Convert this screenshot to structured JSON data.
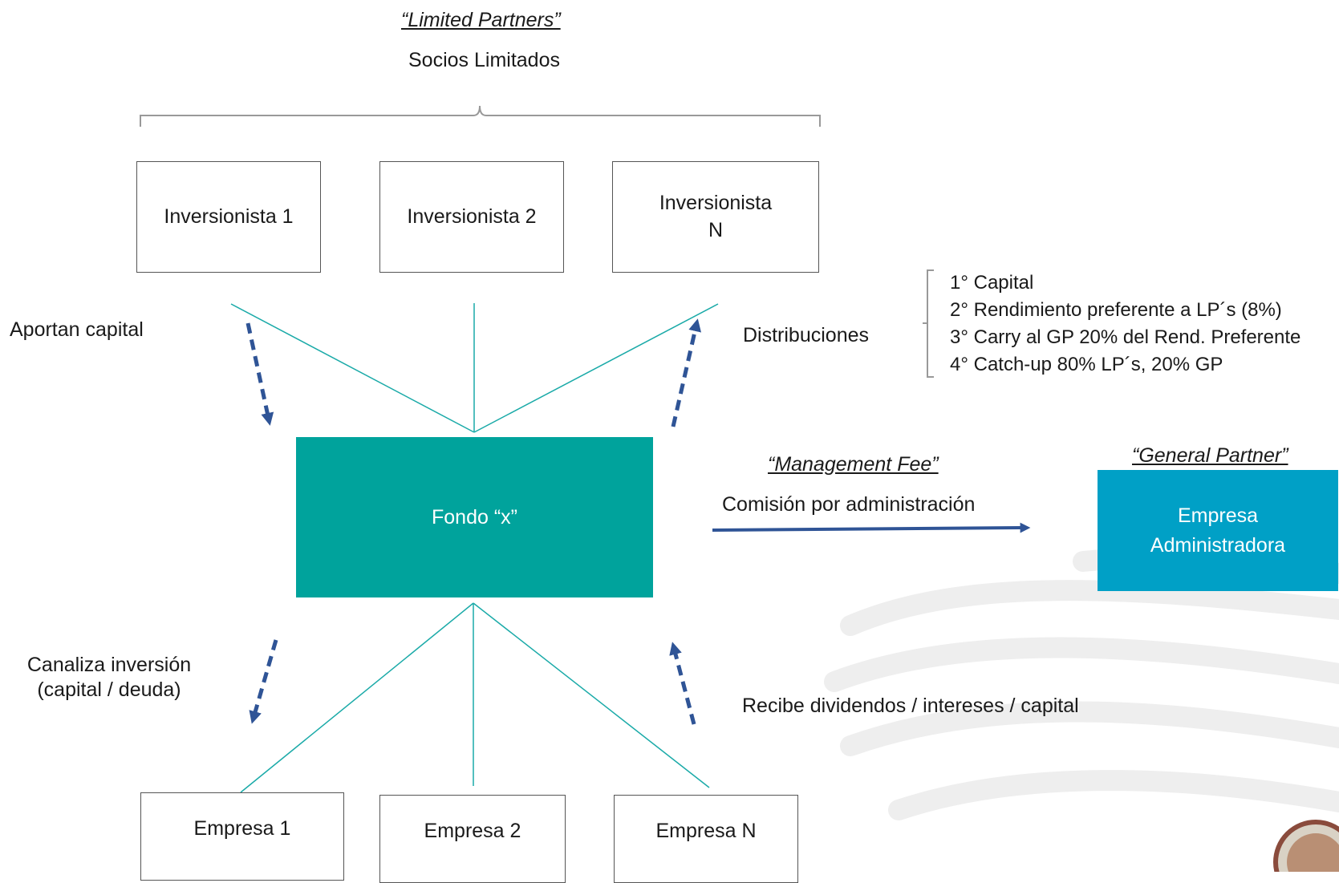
{
  "header": {
    "lp_english": "“Limited Partners”",
    "lp_spanish": "Socios Limitados"
  },
  "investors": [
    {
      "label": "Inversionista 1"
    },
    {
      "label": "Inversionista 2"
    },
    {
      "label": "Inversionista\nN"
    }
  ],
  "flows": {
    "aportan": "Aportan capital",
    "distribuciones": "Distribuciones",
    "canaliza": "Canaliza inversión\n(capital / deuda)",
    "recibe": "Recibe dividendos / intereses / capital"
  },
  "distribution_order": [
    "1° Capital",
    "2° Rendimiento preferente a LP´s (8%)",
    "3° Carry al GP 20% del Rend. Preferente",
    "4° Catch-up 80% LP´s, 20% GP"
  ],
  "fund": {
    "label": "Fondo “x”"
  },
  "fee": {
    "english": "“Management Fee”",
    "spanish": "Comisión por administración"
  },
  "gp": {
    "english": "“General Partner”",
    "label": "Empresa\nAdministradora"
  },
  "companies": [
    {
      "label": "Empresa 1"
    },
    {
      "label": "Empresa 2"
    },
    {
      "label": "Empresa N"
    }
  ],
  "colors": {
    "fund": "#00a39c",
    "gp": "#00a0c6",
    "connector": "#1aaaa8",
    "arrow": "#2f5496",
    "bracket": "#999999"
  }
}
